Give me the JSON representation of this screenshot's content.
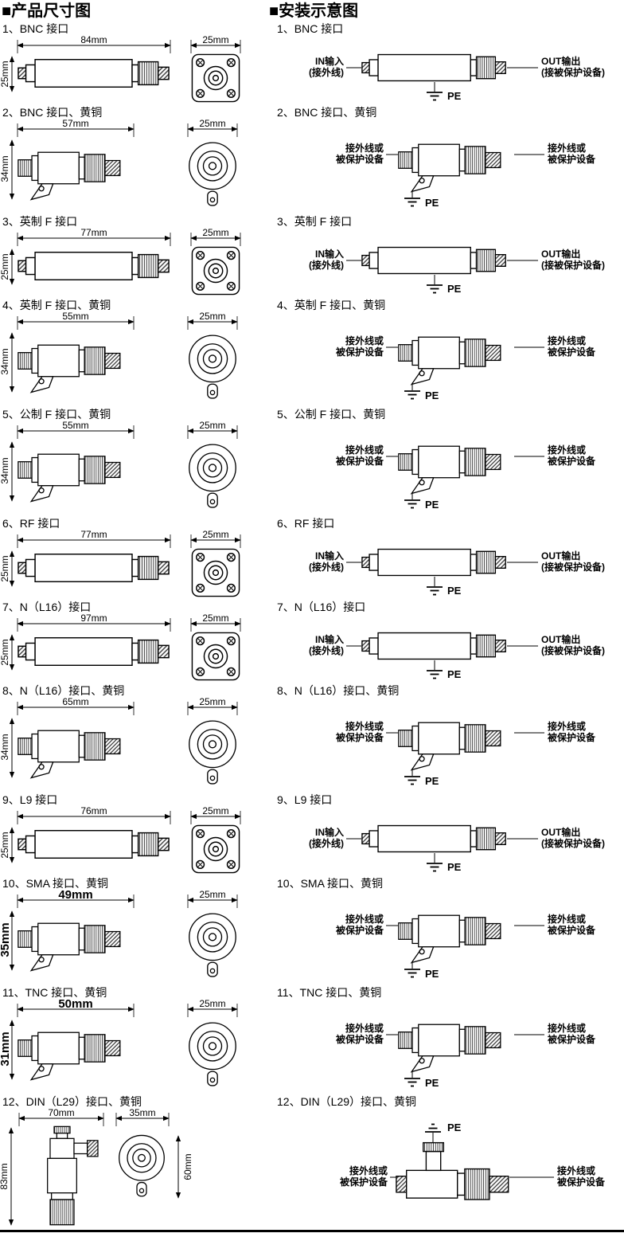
{
  "headers": {
    "left": "■产品尺寸图",
    "right": "■安装示意图"
  },
  "labels": {
    "pe": "PE"
  },
  "rows": [
    {
      "title": "1、BNC 接口",
      "len": "84mm",
      "h": "25mm",
      "f": "25mm",
      "in1": "IN输入",
      "in2": "(接外线)",
      "out1": "OUT输出",
      "out2": "(接被保护设备)"
    },
    {
      "title": "2、BNC 接口、黄铜",
      "len": "57mm",
      "h": "34mm",
      "f": "25mm",
      "in1": "接外线或",
      "in2": "被保护设备",
      "out1": "接外线或",
      "out2": "被保护设备"
    },
    {
      "title": "3、英制 F 接口",
      "len": "77mm",
      "h": "25mm",
      "f": "25mm",
      "in1": "IN输入",
      "in2": "(接外线)",
      "out1": "OUT输出",
      "out2": "(接被保护设备)"
    },
    {
      "title": "4、英制 F 接口、黄铜",
      "len": "55mm",
      "h": "34mm",
      "f": "25mm",
      "in1": "接外线或",
      "in2": "被保护设备",
      "out1": "接外线或",
      "out2": "被保护设备"
    },
    {
      "title": "5、公制 F 接口、黄铜",
      "len": "55mm",
      "h": "34mm",
      "f": "25mm",
      "in1": "接外线或",
      "in2": "被保护设备",
      "out1": "接外线或",
      "out2": "被保护设备"
    },
    {
      "title": "6、RF 接口",
      "len": "77mm",
      "h": "25mm",
      "f": "25mm",
      "in1": "IN输入",
      "in2": "(接外线)",
      "out1": "OUT输出",
      "out2": "(接被保护设备)"
    },
    {
      "title": "7、N（L16）接口",
      "len": "97mm",
      "h": "25mm",
      "f": "25mm",
      "in1": "IN输入",
      "in2": "(接外线)",
      "out1": "OUT输出",
      "out2": "(接被保护设备)"
    },
    {
      "title": "8、N（L16）接口、黄铜",
      "len": "65mm",
      "h": "34mm",
      "f": "25mm",
      "in1": "接外线或",
      "in2": "被保护设备",
      "out1": "接外线或",
      "out2": "被保护设备"
    },
    {
      "title": "9、L9 接口",
      "len": "76mm",
      "h": "25mm",
      "f": "25mm",
      "in1": "IN输入",
      "in2": "(接外线)",
      "out1": "OUT输出",
      "out2": "(接被保护设备)"
    },
    {
      "title": "10、SMA 接口、黄铜",
      "len": "49mm",
      "h": "35mm",
      "f": "25mm",
      "in1": "接外线或",
      "in2": "被保护设备",
      "out1": "接外线或",
      "out2": "被保护设备"
    },
    {
      "title": "11、TNC 接口、黄铜",
      "len": "50mm",
      "h": "31mm",
      "f": "25mm",
      "in1": "接外线或",
      "in2": "被保护设备",
      "out1": "接外线或",
      "out2": "被保护设备"
    },
    {
      "title": "12、DIN（L29）接口、黄铜",
      "len": "70mm",
      "len2": "35mm",
      "h": "83mm",
      "f": "60mm",
      "in1": "接外线或",
      "in2": "被保护设备",
      "out1": "接外线或",
      "out2": "被保护设备"
    }
  ]
}
